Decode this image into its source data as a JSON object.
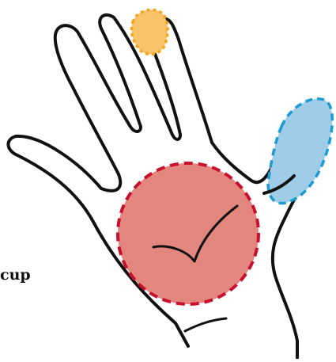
{
  "labels": {
    "cup": "cup"
  },
  "regions": [
    {
      "name": "fingertip",
      "fill": "#f9c36a",
      "stroke": "#f4a51c"
    },
    {
      "name": "thumb",
      "fill": "#9fcde8",
      "stroke": "#1b9bd1"
    },
    {
      "name": "palm-center",
      "fill": "#e3877e",
      "stroke": "#c8102e"
    }
  ],
  "colors": {
    "outline": "#111111",
    "background": "#ffffff"
  }
}
